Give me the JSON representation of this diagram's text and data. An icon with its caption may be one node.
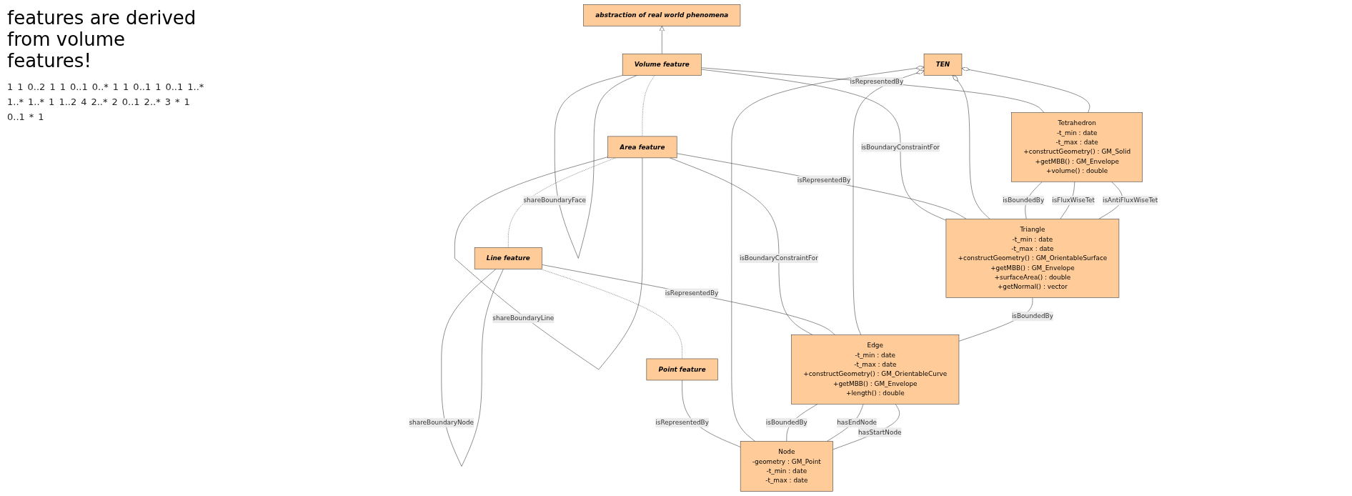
{
  "diagram": {
    "title": "features are derived from volume features!",
    "nodes": [
      {
        "text": [
          "abstraction of real world phenomena"
        ]
      },
      {
        "text": [
          "Volume feature"
        ]
      },
      {
        "text": [
          "Area feature"
        ]
      },
      {
        "text": [
          "Line feature"
        ]
      },
      {
        "text": [
          "Point feature"
        ]
      },
      {
        "text": [
          "TEN"
        ]
      },
      {
        "text": [
          "Tetrahedron",
          "-t_min : date",
          "-t_max : date",
          "+constructGeometry() : GM_Solid",
          "+getMBB() : GM_Envelope",
          "+volume() : double"
        ]
      },
      {
        "text": [
          "Triangle",
          "-t_min : date",
          "-t_max : date",
          "+constructGeometry() : GM_OrientableSurface",
          "+getMBB() : GM_Envelope",
          "+surfaceArea() : double",
          "+getNormal() : vector"
        ]
      },
      {
        "text": [
          "Edge",
          "-t_min : date",
          "-t_max : date",
          "+constructGeometry() : GM_OrientableCurve",
          "+getMBB() : GM_Envelope",
          "+length() : double"
        ]
      },
      {
        "text": [
          "Node",
          "-geometry : GM_Point",
          "-t_min : date",
          "-t_max : date"
        ]
      }
    ],
    "edges": [
      {
        "from": 1,
        "to": 0,
        "arrow": "to"
      },
      {
        "from": 1,
        "to": 1,
        "arrow": "none",
        "label": "shareBoundaryFace"
      },
      {
        "from": 1,
        "to": 2,
        "arrow": "none",
        "style": "dashed"
      },
      {
        "from": 2,
        "to": 2,
        "arrow": "none",
        "label": "shareBoundaryLine"
      },
      {
        "from": 2,
        "to": 3,
        "arrow": "none",
        "style": "dashed"
      },
      {
        "from": 3,
        "to": 3,
        "arrow": "none",
        "label": "shareBoundaryNode"
      },
      {
        "from": 3,
        "to": 4,
        "arrow": "none",
        "style": "dashed"
      },
      {
        "from": 1,
        "to": 6,
        "arrow": "none",
        "label": "isRepresentedBy"
      },
      {
        "from": 1,
        "to": 7,
        "arrow": "none",
        "label": "isBoundaryConstraintFor"
      },
      {
        "from": 2,
        "to": 7,
        "arrow": "none",
        "label": "isRepresentedBy"
      },
      {
        "from": 2,
        "to": 8,
        "arrow": "none",
        "label": "isBoundaryConstraintFor"
      },
      {
        "from": 3,
        "to": 8,
        "arrow": "none",
        "label": "isRepresentedBy"
      },
      {
        "from": 4,
        "to": 9,
        "arrow": "none",
        "label": "isRepresentedBy"
      },
      {
        "from": 5,
        "to": 6,
        "arrow": "other"
      },
      {
        "from": 5,
        "to": 7,
        "arrow": "other"
      },
      {
        "from": 5,
        "to": 8,
        "arrow": "other"
      },
      {
        "from": 5,
        "to": 9,
        "arrow": "other"
      },
      {
        "from": 6,
        "to": 7,
        "arrow": "none",
        "label": "isBoundedBy"
      },
      {
        "from": 6,
        "to": 7,
        "arrow": "none",
        "label": "isFluxWiseTet"
      },
      {
        "from": 6,
        "to": 7,
        "arrow": "none",
        "label": "isAntiFluxWiseTet"
      },
      {
        "from": 7,
        "to": 8,
        "arrow": "none",
        "label": "isBoundedBy"
      },
      {
        "from": 8,
        "to": 9,
        "arrow": "none",
        "label": "isBoundedBy"
      },
      {
        "from": 8,
        "to": 9,
        "arrow": "none",
        "label": "hasEndNode"
      },
      {
        "from": 8,
        "to": 9,
        "arrow": "none",
        "label": "hasStartNode"
      }
    ],
    "labels": [
      "1",
      "1",
      "0..2",
      "1",
      "1",
      "0..1",
      "0..*",
      "1",
      "1",
      "0..1",
      "1",
      "0..1",
      "1..*",
      "1..*",
      "1..*",
      "1",
      "1..2",
      "4",
      "2..*",
      "2",
      "0..1",
      "2..*",
      "3",
      "*",
      "1",
      "0..1",
      "*",
      "1"
    ]
  }
}
